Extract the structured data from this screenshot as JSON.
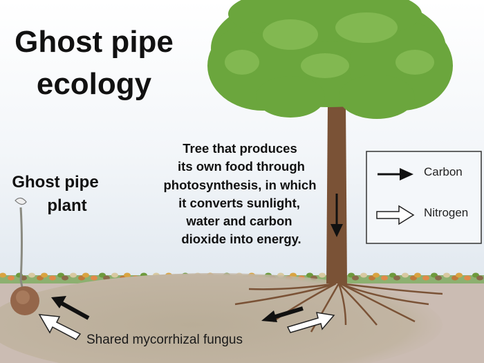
{
  "title": {
    "line1": "Ghost pipe",
    "line2": "ecology"
  },
  "ghost_pipe_label": {
    "line1": "Ghost pipe",
    "line2": "plant"
  },
  "tree_description": {
    "lines": [
      "Tree that produces",
      "its own food through",
      "photosynthesis, in which",
      "it converts sunlight,",
      "water and carbon",
      "dioxide into energy."
    ]
  },
  "legend": {
    "items": [
      {
        "label": "Carbon",
        "icon": "black-arrow-icon",
        "color": "#111111"
      },
      {
        "label": "Nitrogen",
        "icon": "white-arrow-icon",
        "color": "#ffffff"
      }
    ]
  },
  "fungus_label": "Shared mycorrhizal fungus",
  "colors": {
    "canopy": "#6ba63d",
    "trunk": "#7a5236",
    "soil": "#cbbcb3",
    "grass": "#8db070"
  }
}
